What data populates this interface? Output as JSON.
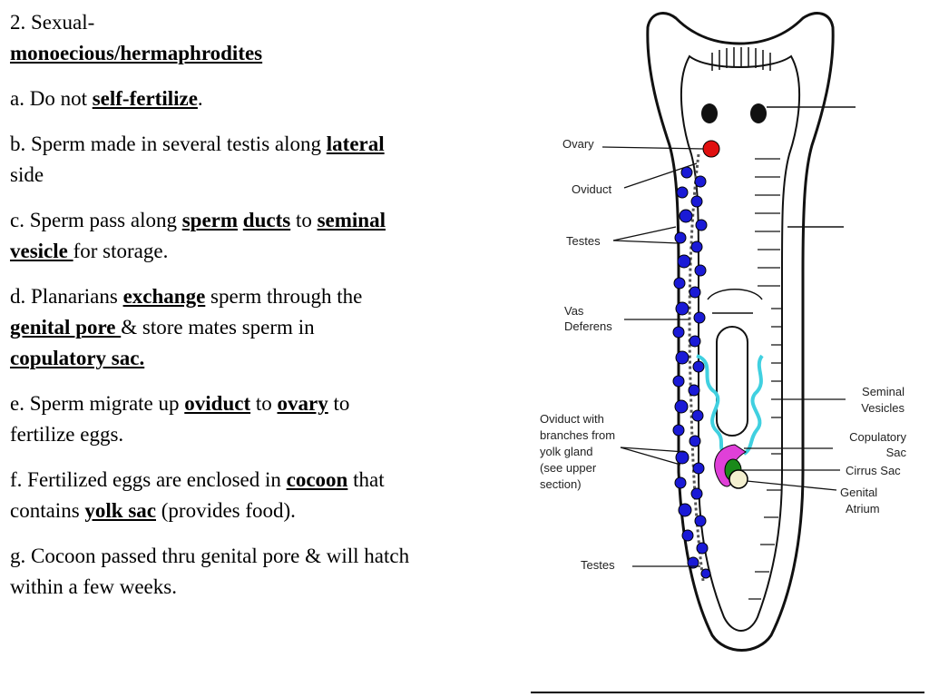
{
  "notes": {
    "heading_prefix": "2.  Sexual-",
    "heading_key": "monoecious/hermaphrodites",
    "a": {
      "pre": "a.  Do not ",
      "k1": "self-fertilize",
      "post": "."
    },
    "b": {
      "pre": "b.  Sperm made in several testis along ",
      "k1": "lateral",
      "post": " side"
    },
    "c": {
      "pre": "c.  Sperm pass along ",
      "k1": "sperm",
      "mid1": " ",
      "k2": "ducts",
      "mid2": " to ",
      "k3": "seminal vesicle ",
      "post": "for storage."
    },
    "d": {
      "pre": "d.  Planarians ",
      "k1": "exchange",
      "mid1": " sperm through the ",
      "k2": "genital pore ",
      "mid2": "& store mates sperm  in ",
      "k3": "copulatory sac."
    },
    "e": {
      "pre": "e.  Sperm migrate up ",
      "k1": "oviduct",
      "mid1": " to ",
      "k2": "ovary",
      "post": " to fertilize eggs."
    },
    "f": {
      "pre": "f.  Fertilized eggs are enclosed in ",
      "k1": "cocoon",
      "mid1": " that contains ",
      "k2": "yolk sac",
      "post": " (provides food)."
    },
    "g": {
      "text": "g.  Cocoon passed thru genital pore & will hatch within a few weeks."
    }
  },
  "diagram": {
    "labels": {
      "ovary": "Ovary",
      "oviduct": "Oviduct",
      "testes_top": "Testes",
      "vas_1": "Vas",
      "vas_2": "Deferens",
      "ob_1": "Oviduct with",
      "ob_2": "branches from",
      "ob_3": "yolk gland",
      "ob_4": "(see upper",
      "ob_5": "section)",
      "testes_bottom": "Testes",
      "sv_1": "Seminal",
      "sv_2": "Vesicles",
      "cs_1": "Copulatory",
      "cs_2": "Sac",
      "cirrus": "Cirrus Sac",
      "ga_1": "Genital",
      "ga_2": "Atrium"
    },
    "colors": {
      "ovary": "#e01010",
      "testes": "#1a1ad6",
      "seminal_vesicles": "#40d0e0",
      "copulatory_sac": "#e040d8",
      "cirrus_sac": "#1a8a1a",
      "outline": "#111111"
    }
  }
}
